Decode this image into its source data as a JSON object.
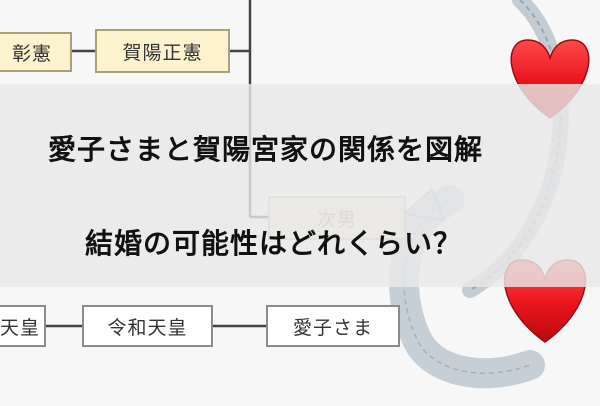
{
  "diagram": {
    "nodes": {
      "akinori": "彰憲",
      "masanori": "賀陽正憲",
      "jinan": "次男",
      "tenno_left": "天皇",
      "reiwa_tenno": "令和天皇",
      "aiko": "愛子さま"
    },
    "colors": {
      "kaya_box": "#fdf3cf",
      "heart": "#e8141b",
      "arrow": "#b9c3cc"
    },
    "icons": [
      "heart-icon",
      "curved-arrow-icon"
    ]
  },
  "banner": {
    "line1": "愛子さまと賀陽宮家の関係を図解",
    "line2": "結婚の可能性はどれくらい？"
  }
}
